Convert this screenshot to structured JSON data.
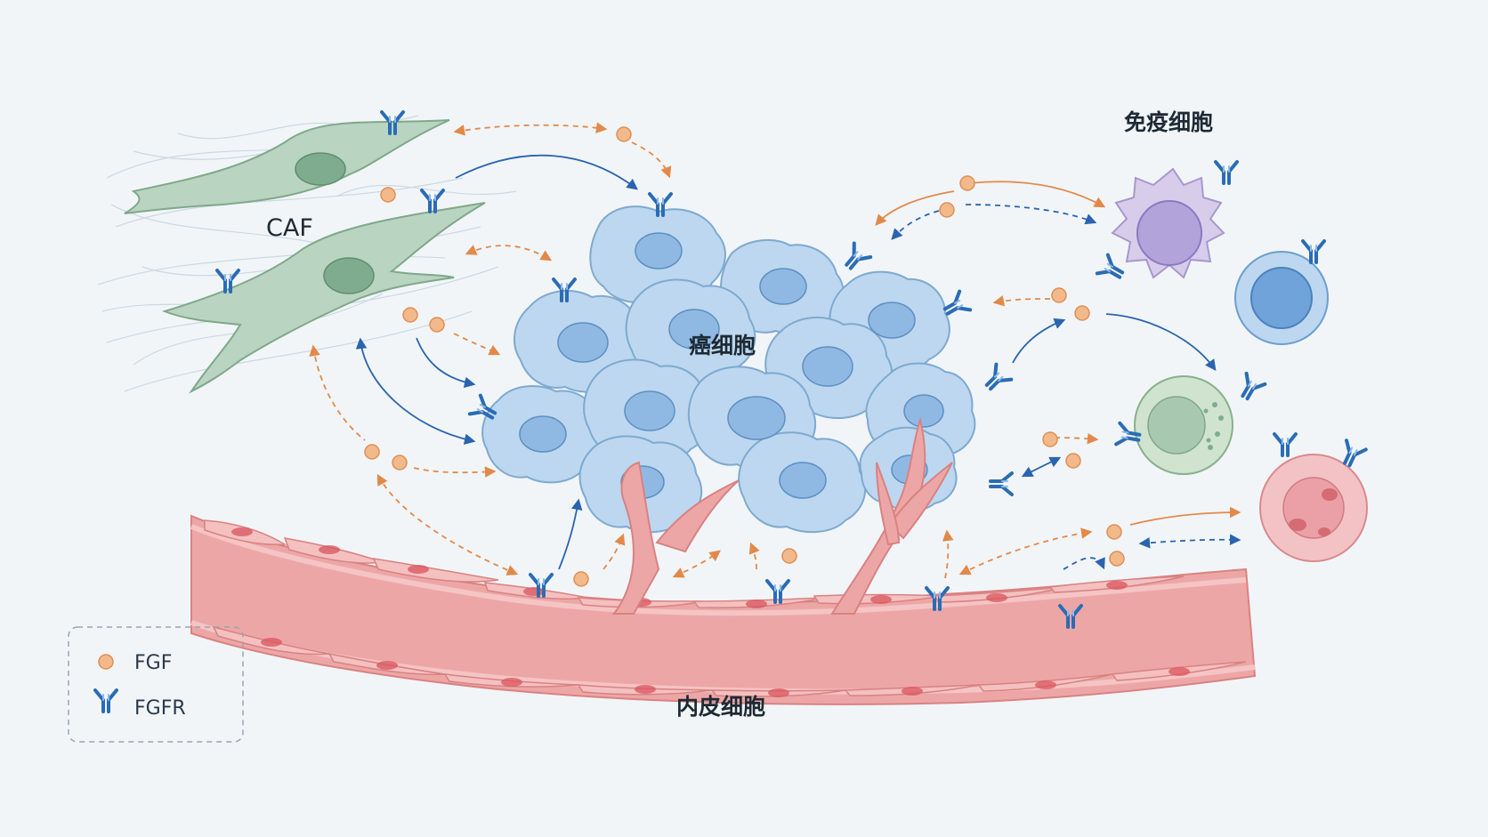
{
  "labels": {
    "caf": "CAF",
    "cancer_cells": "癌细胞",
    "immune_cells": "免疫细胞",
    "endothelial_cells": "内皮细胞"
  },
  "legend": {
    "fgf": "FGF",
    "fgfr": "FGFR"
  },
  "colors": {
    "background": "#f1f5f8",
    "caf_cell": "#b9d4c0",
    "cancer_cell": "#bcd7ef",
    "endothelium": "#eda6a6",
    "fgf_ligand": "#f2b98a",
    "fgfr_receptor": "#2a6cb5",
    "arrow_blue": "#2a64b0",
    "arrow_orange": "#e2894a"
  },
  "icons": [
    "fgf-ligand-icon",
    "fgfr-receptor-icon"
  ]
}
